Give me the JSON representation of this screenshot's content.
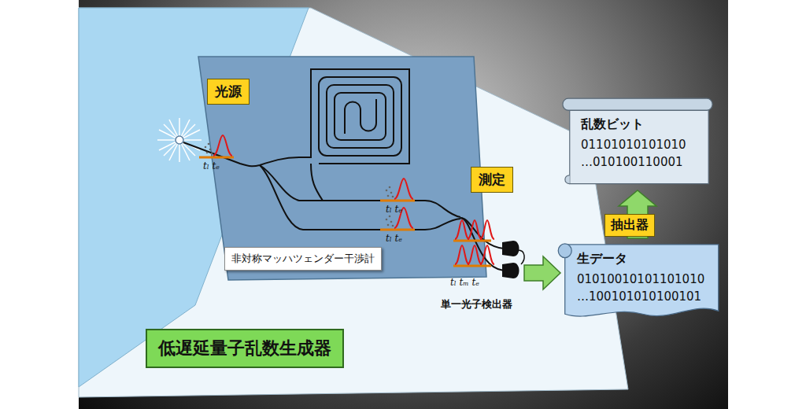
{
  "diagram": {
    "nodes": [
      {
        "text": [
          "光源"
        ]
      },
      {
        "text": [
          "乱数ビット",
          "01101010101010",
          "…010100110001"
        ]
      },
      {
        "text": [
          "測定"
        ]
      },
      {
        "text": [
          "非対称マッハツェンダー干渉計"
        ]
      },
      {
        "text": [
          "生データ",
          "01010010101101010",
          "…100101010100101"
        ]
      },
      {
        "text": [
          "低遅延量子乱数生成器"
        ]
      }
    ],
    "edges": [
      {
        "from": 4,
        "to": 1,
        "arrow": "to",
        "label": "抽出器"
      }
    ],
    "labels": [
      "tₗ tₑ",
      "tₗ tₑ",
      "tₗ tₑ",
      "tₗ tₘ tₑ",
      "単一光子検出器"
    ]
  }
}
